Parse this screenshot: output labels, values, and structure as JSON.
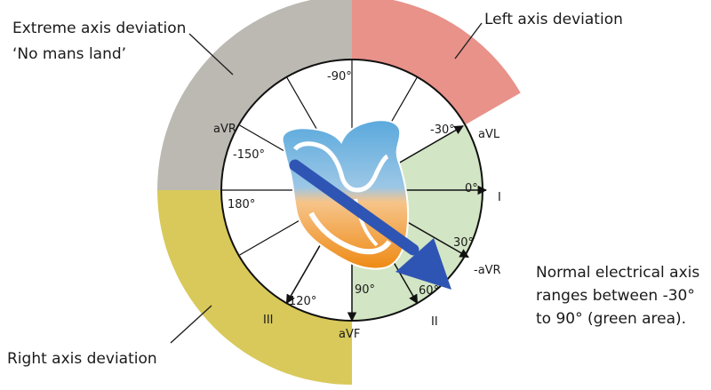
{
  "regions": {
    "extreme": {
      "label_line1": "Extreme axis deviation",
      "label_line2": "‘No mans land’",
      "color": "#bcb9b3"
    },
    "left": {
      "label": "Left axis deviation",
      "color": "#e8928a"
    },
    "right": {
      "label": "Right axis deviation",
      "color": "#d8c95a"
    },
    "normal": {
      "label_line1": "Normal electrical axis",
      "label_line2": "ranges between -30°",
      "label_line3": "to 90° (green area).",
      "color": "#d2e5c4"
    }
  },
  "angles": {
    "neg90": "-90°",
    "neg30": "-30°",
    "zero": "0°",
    "pos30": "30°",
    "pos60": "60°",
    "pos90": "90°",
    "pos120": "120°",
    "pos180": "180°",
    "neg150": "-150°"
  },
  "leads": {
    "avr": "aVR",
    "avl": "aVL",
    "i": "I",
    "neg_avr": "-aVR",
    "ii": "II",
    "avf": "aVF",
    "iii": "III"
  },
  "arrow_color": "#2f55b4",
  "heart_colors": {
    "upper": "#5aa9dd",
    "lower": "#ee8a14"
  }
}
